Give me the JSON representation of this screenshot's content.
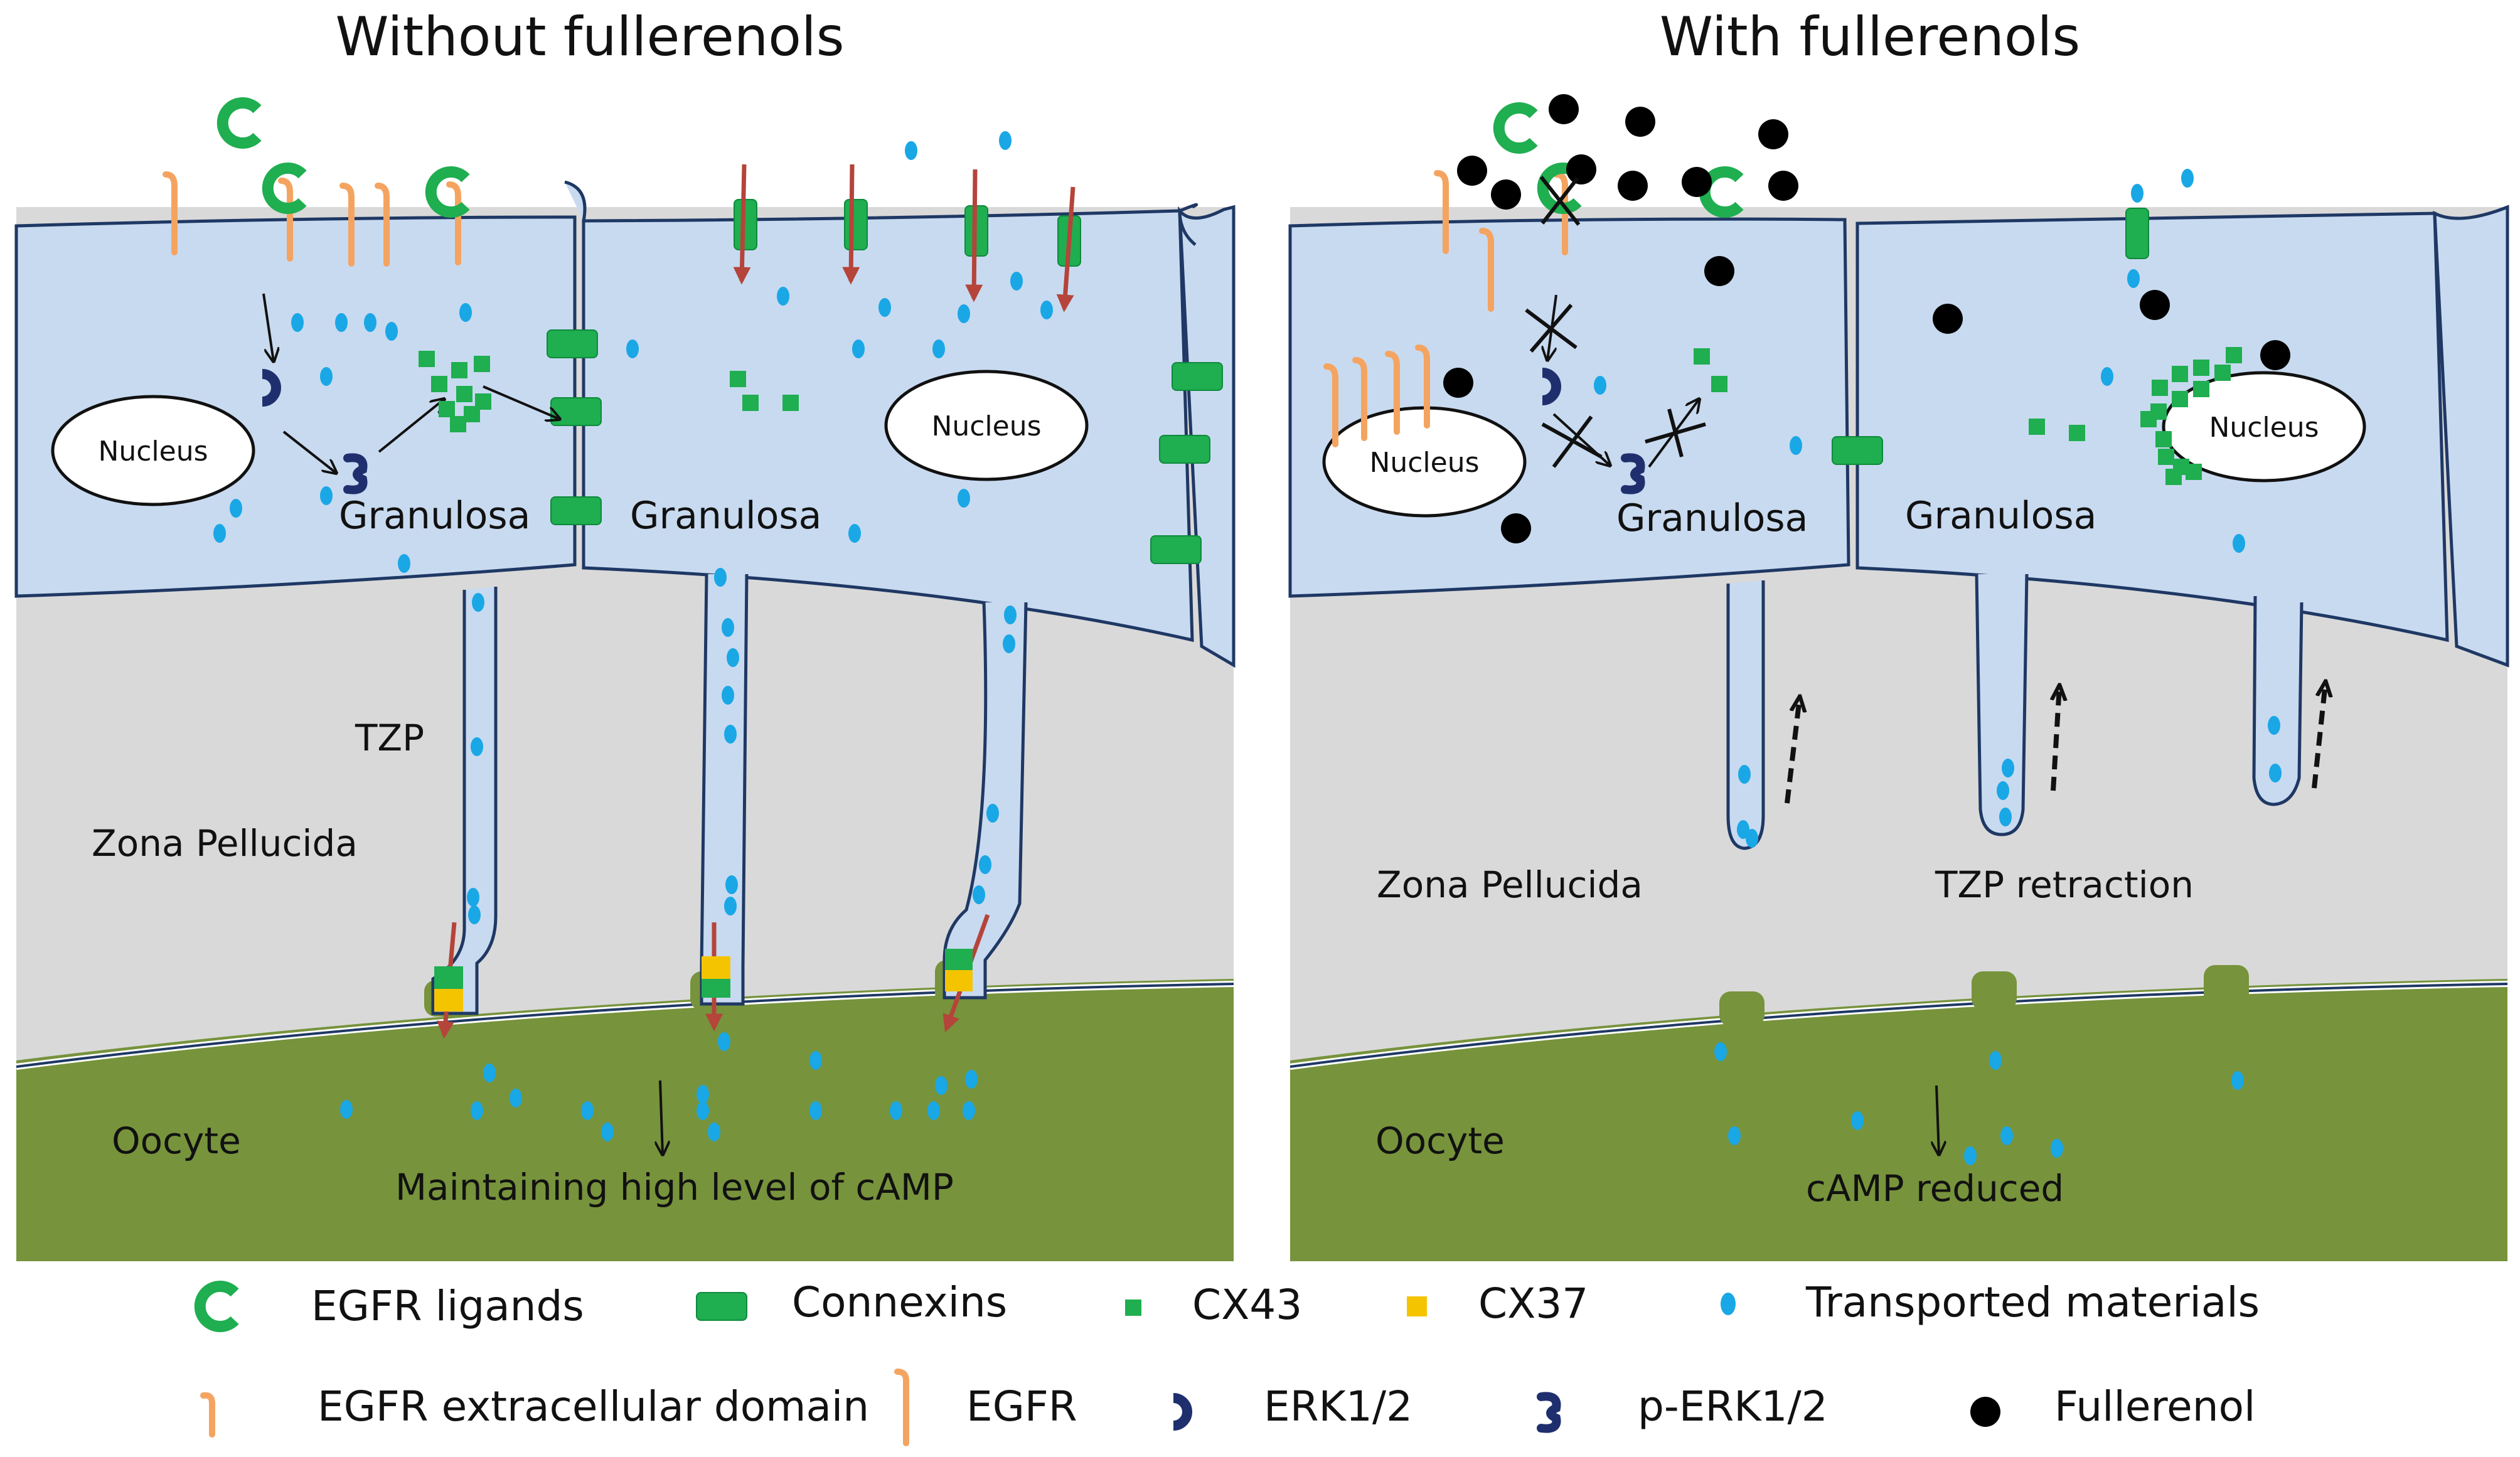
{
  "panels": {
    "left": {
      "title": "Without fullerenols",
      "nucleus_left": "Nucleus",
      "nucleus_right": "Nucleus",
      "granulosa_left": "Granulosa",
      "granulosa_right": "Granulosa",
      "tzp": "TZP",
      "zona": "Zona Pellucida",
      "oocyte": "Oocyte",
      "camp": "Maintaining high level of cAMP"
    },
    "right": {
      "title": "With fullerenols",
      "nucleus_left": "Nucleus",
      "nucleus_right": "Nucleus",
      "granulosa_left": "Granulosa",
      "granulosa_right": "Granulosa",
      "zona": "Zona Pellucida",
      "retraction": "TZP retraction",
      "oocyte": "Oocyte",
      "camp": "cAMP reduced"
    }
  },
  "legend": {
    "egfr_ligands": "EGFR ligands",
    "connexins": "Connexins",
    "cx43": "CX43",
    "cx37": "CX37",
    "transported": "Transported materials",
    "egfr_ecd": "EGFR extracellular domain",
    "egfr": "EGFR",
    "erk": "ERK1/2",
    "perk": "p-ERK1/2",
    "fullerenol": "Fullerenol"
  },
  "colors": {
    "cell_fill": "#c8daf0",
    "cell_stroke": "#1f3864",
    "zona_fill": "#d9d9d9",
    "oocyte_fill": "#77933c",
    "connexin": "#1fae50",
    "cx37": "#f5c400",
    "transported": "#1aa7e6",
    "egfr": "#f4a460",
    "erk": "#1f2f6e",
    "arrow_red": "#b5443a",
    "fullerenol": "#000000"
  }
}
